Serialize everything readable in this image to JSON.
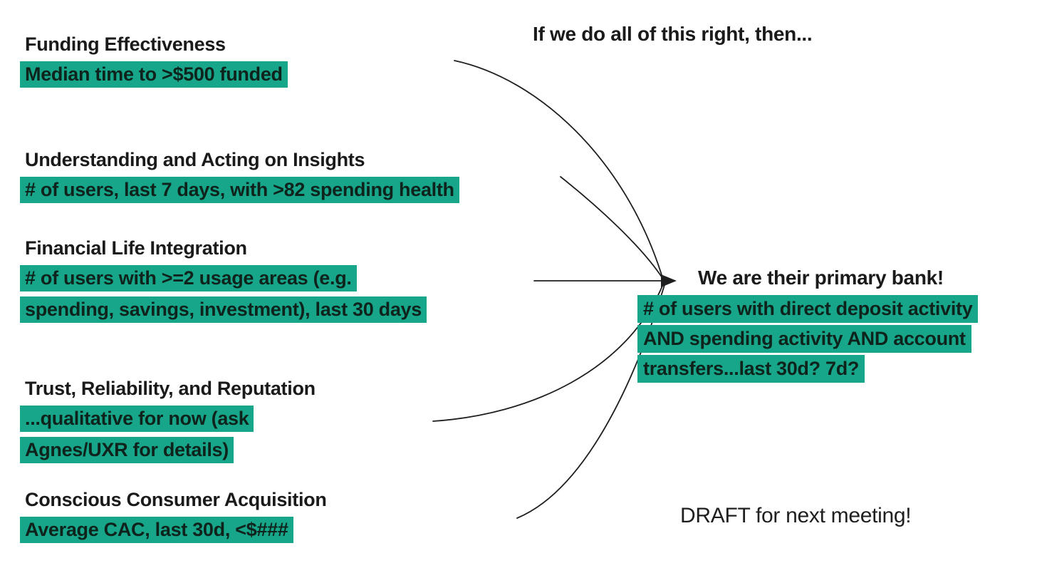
{
  "canvas": {
    "background": "#ffffff"
  },
  "colors": {
    "highlight": "#17a689",
    "heading-text": "#1a1a1a",
    "bar-text": "#0f231d",
    "arrow": "#1f1f1f",
    "footnote-text": "#1f1f1f"
  },
  "title": "If we do all of this right, then...",
  "metrics": [
    {
      "heading": "Funding Effectiveness",
      "lines": [
        "Median time to >$500 funded"
      ]
    },
    {
      "heading": "Understanding and Acting on Insights",
      "lines": [
        "# of users, last 7 days, with >82 spending health"
      ]
    },
    {
      "heading": "Financial Life Integration",
      "lines": [
        "# of users with >=2 usage areas (e.g.",
        "spending, savings, investment), last 30 days"
      ]
    },
    {
      "heading": "Trust, Reliability, and Reputation",
      "lines": [
        "...qualitative for now (ask",
        "Agnes/UXR for details)"
      ]
    },
    {
      "heading": "Conscious Consumer Acquisition",
      "lines": [
        "Average CAC, last 30d, <$###"
      ]
    }
  ],
  "outcome": {
    "heading": "We are their primary bank!",
    "lines": [
      "# of users with direct deposit activity",
      "AND spending activity AND account",
      "transfers...last 30d? 7d?"
    ]
  },
  "footnote": "DRAFT for next meeting!"
}
